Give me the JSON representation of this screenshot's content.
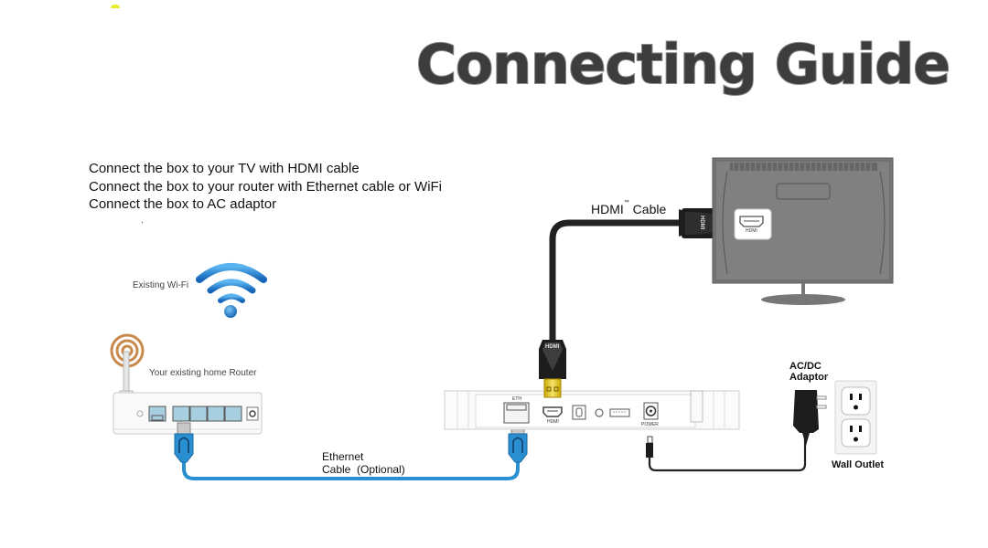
{
  "title": "Connecting Guide",
  "instructions": [
    "Connect the box to your TV with HDMI cable",
    "Connect the box to your router with Ethernet cable or WiFi",
    "Connect the box to  AC adaptor"
  ],
  "stray_mark": ".",
  "wifi": {
    "label": "Existing Wi-Fi",
    "icon": "wifi-icon",
    "color": "#2a7fd0"
  },
  "router": {
    "label": "Your existing home Router",
    "lan_port_count": 4
  },
  "hdmi_cable": {
    "label": "HDMI",
    "tm": "™",
    "label_suffix": " Cable",
    "plug_text": "HDMI"
  },
  "ethernet_cable": {
    "line1": "Ethernet",
    "line2": "Cable  (Optional)",
    "color": "#2a8fd0"
  },
  "box_ports": {
    "eth": "ETH",
    "hdmi": "HDMI",
    "power": "POWER"
  },
  "tv": {
    "port_label": "HDMI"
  },
  "adaptor": {
    "line1": "AC/DC",
    "line2": "Adaptor"
  },
  "wall_outlet": {
    "label": "Wall Outlet"
  }
}
